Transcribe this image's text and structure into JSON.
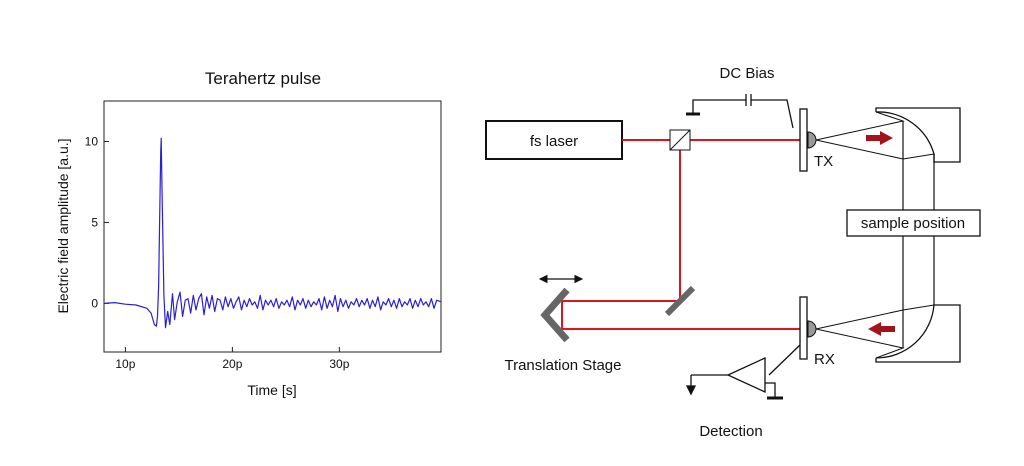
{
  "chart_data": {
    "type": "line",
    "title": "Terahertz pulse",
    "xlabel": "Time [s]",
    "ylabel": "Electric field amplitude [a.u.]",
    "xlim": [
      8,
      39.5
    ],
    "ylim": [
      -3,
      12.5
    ],
    "x_ticks": [
      {
        "value": 10,
        "label": "10p"
      },
      {
        "value": 20,
        "label": "20p"
      },
      {
        "value": 30,
        "label": "30p"
      }
    ],
    "y_ticks": [
      {
        "value": 0,
        "label": "0"
      },
      {
        "value": 5,
        "label": "5"
      },
      {
        "value": 10,
        "label": "10"
      }
    ],
    "series": [
      {
        "color": "#2a1fd6",
        "x": [
          8.0,
          9.0,
          10.0,
          11.0,
          12.0,
          12.4,
          12.7,
          12.9,
          13.0,
          13.1,
          13.2,
          13.3,
          13.35,
          13.45,
          13.6,
          13.75,
          13.95,
          14.15,
          14.4,
          14.6,
          14.85,
          15.1,
          15.35,
          15.6,
          15.85,
          16.1,
          16.35,
          16.6,
          16.85,
          17.1,
          17.35,
          17.6,
          17.85,
          18.1,
          18.35,
          18.6,
          18.85,
          19.1,
          19.35,
          19.6,
          19.85,
          20.1,
          20.35,
          20.6,
          20.85,
          21.1,
          21.35,
          21.6,
          21.85,
          22.1,
          22.35,
          22.6,
          22.85,
          23.1,
          23.35,
          23.6,
          23.85,
          24.1,
          24.35,
          24.6,
          24.85,
          25.1,
          25.35,
          25.6,
          25.85,
          26.1,
          26.35,
          26.6,
          26.85,
          27.1,
          27.35,
          27.6,
          27.85,
          28.1,
          28.35,
          28.6,
          28.85,
          29.1,
          29.35,
          29.6,
          29.85,
          30.1,
          30.35,
          30.6,
          30.85,
          31.1,
          31.35,
          31.6,
          31.85,
          32.1,
          32.35,
          32.6,
          32.85,
          33.1,
          33.35,
          33.6,
          33.85,
          34.1,
          34.35,
          34.6,
          34.85,
          35.1,
          35.35,
          35.6,
          35.85,
          36.1,
          36.35,
          36.6,
          36.85,
          37.1,
          37.35,
          37.6,
          37.85,
          38.1,
          38.35,
          38.6,
          38.85,
          39.1,
          39.5
        ],
        "y": [
          0.0,
          0.05,
          -0.05,
          -0.1,
          -0.3,
          -0.6,
          -1.3,
          -1.4,
          -0.8,
          1.0,
          5.0,
          9.3,
          10.2,
          6.0,
          0.5,
          -1.5,
          -0.5,
          -1.3,
          0.6,
          -1.0,
          0.1,
          0.7,
          -0.8,
          0.2,
          0.3,
          -0.6,
          0.5,
          -0.4,
          0.3,
          0.6,
          -0.7,
          0.4,
          -0.3,
          0.5,
          -0.5,
          0.3,
          0.2,
          -0.4,
          0.4,
          -0.2,
          0.3,
          -0.3,
          0.1,
          0.4,
          -0.4,
          0.2,
          -0.2,
          0.3,
          -0.1,
          0.1,
          -0.3,
          0.5,
          -0.4,
          0.2,
          -0.1,
          0.2,
          -0.2,
          0.3,
          -0.3,
          0.1,
          -0.1,
          0.2,
          -0.2,
          0.4,
          -0.4,
          0.2,
          -0.1,
          0.3,
          -0.3,
          0.2,
          -0.2,
          0.1,
          -0.1,
          0.3,
          -0.4,
          0.4,
          -0.3,
          0.2,
          -0.2,
          0.5,
          -0.5,
          0.3,
          -0.2,
          0.2,
          -0.3,
          0.1,
          -0.1,
          0.3,
          -0.2,
          0.2,
          -0.1,
          0.3,
          -0.3,
          0.2,
          -0.2,
          0.4,
          -0.4,
          0.1,
          -0.1,
          0.3,
          -0.2,
          0.2,
          -0.3,
          0.3,
          -0.2,
          0.1,
          -0.1,
          0.3,
          -0.3,
          0.2,
          -0.2,
          0.3,
          -0.1,
          0.1,
          -0.2,
          0.3,
          -0.3,
          0.2,
          0.1
        ]
      }
    ]
  },
  "diagram": {
    "laser_label": "fs laser",
    "dc_bias_label": "DC Bias",
    "tx_label": "TX",
    "rx_label": "RX",
    "sample_label": "sample position",
    "translation_label": "Translation Stage",
    "detection_label": "Detection",
    "beam_color": "#e0141e",
    "arrow_color": "#a3141a",
    "line_color": "#111111",
    "mirror_color": "#666666"
  }
}
